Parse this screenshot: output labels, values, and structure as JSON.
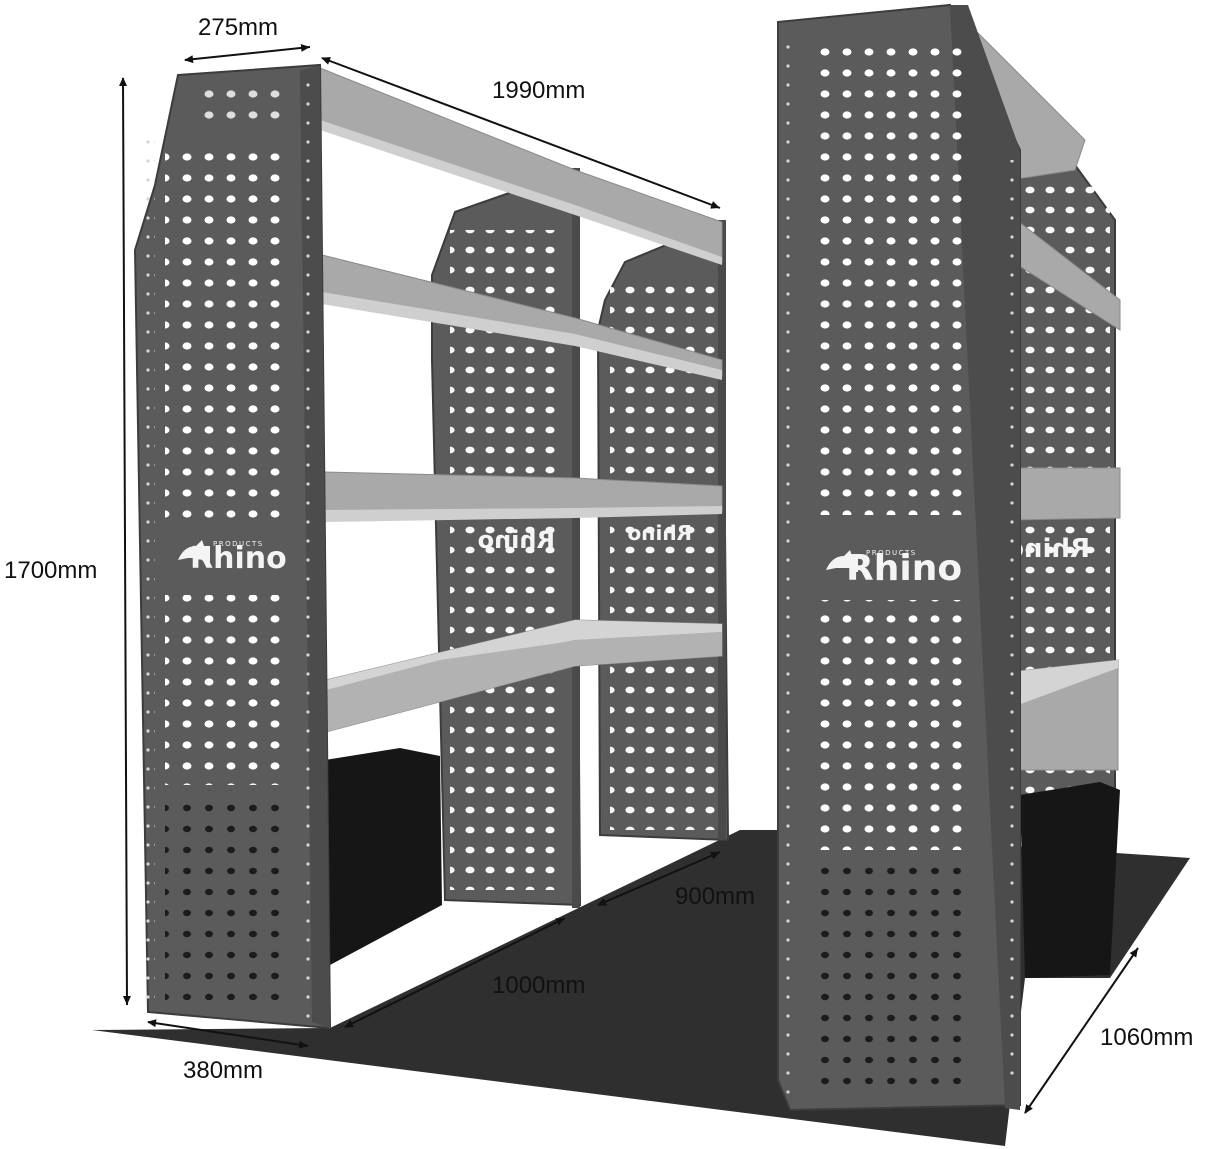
{
  "colors": {
    "background": "#ffffff",
    "floor": "#2f2f2f",
    "panel": "#5b5b5b",
    "panel_edge": "#3c3c3c",
    "shelf": "#a9a9a9",
    "shelf_front": "#c9c9c9",
    "box": "#161616",
    "holes": "#ffffff",
    "dimension_line": "#111111"
  },
  "dimensions": {
    "panel_depth": "275mm",
    "run_length": "1990mm",
    "height": "1700mm",
    "section_depth_900": "900mm",
    "section_width_1000": "1000mm",
    "base_depth": "380mm",
    "right_depth": "1060mm"
  },
  "logo": {
    "brand": "Rhino",
    "tagline": "PRODUCTS",
    "icon": "rhino-icon"
  }
}
